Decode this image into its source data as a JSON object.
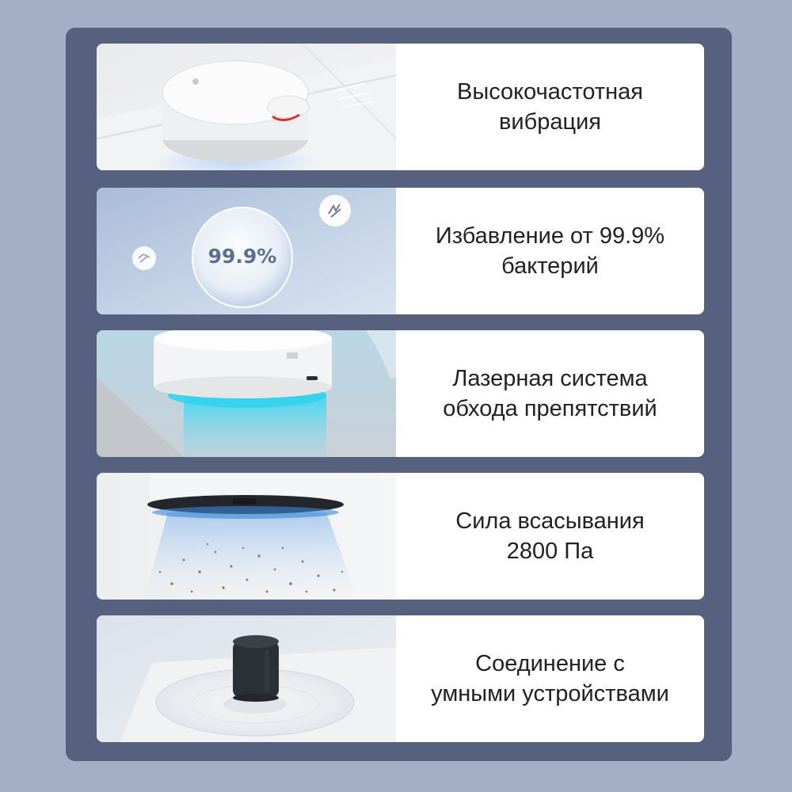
{
  "features": [
    {
      "title": "Высокочастотная\nвибрация",
      "image": "robot-vacuum-mopping-photo"
    },
    {
      "title": "Избавление от 99.9%\nбактерий",
      "image": "bacteria-bubble-photo",
      "badge": "99.9%"
    },
    {
      "title": "Лазерная система\nобхода препятствий",
      "image": "robot-vacuum-laser-photo"
    },
    {
      "title": "Сила всасывания\n2800 Па",
      "image": "robot-vacuum-suction-photo"
    },
    {
      "title": "Соединение с\nумными устройствами",
      "image": "smart-speaker-photo"
    }
  ],
  "colors": {
    "page_background": "#a3aec7",
    "panel_background": "#55617f",
    "card_background": "#ffffff",
    "text": "#222222",
    "accent_cyan": "#4fd6ee"
  }
}
